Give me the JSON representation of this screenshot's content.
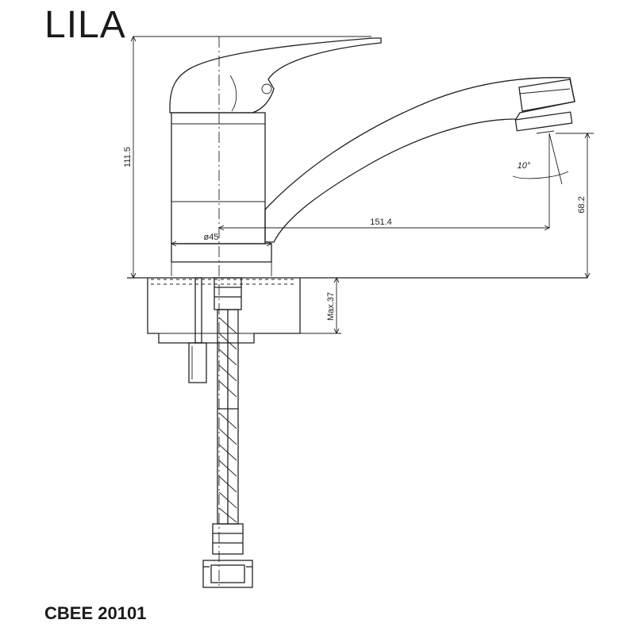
{
  "title": "LILA",
  "product_code": "CBEE 20101",
  "dimensions": {
    "total_height": "111.5",
    "base_diameter": "ø45",
    "spout_reach": "151.4",
    "outlet_height": "68.2",
    "angle": "10°",
    "max_thickness": "Max.37"
  },
  "colors": {
    "line": "#222222",
    "background": "#ffffff"
  }
}
